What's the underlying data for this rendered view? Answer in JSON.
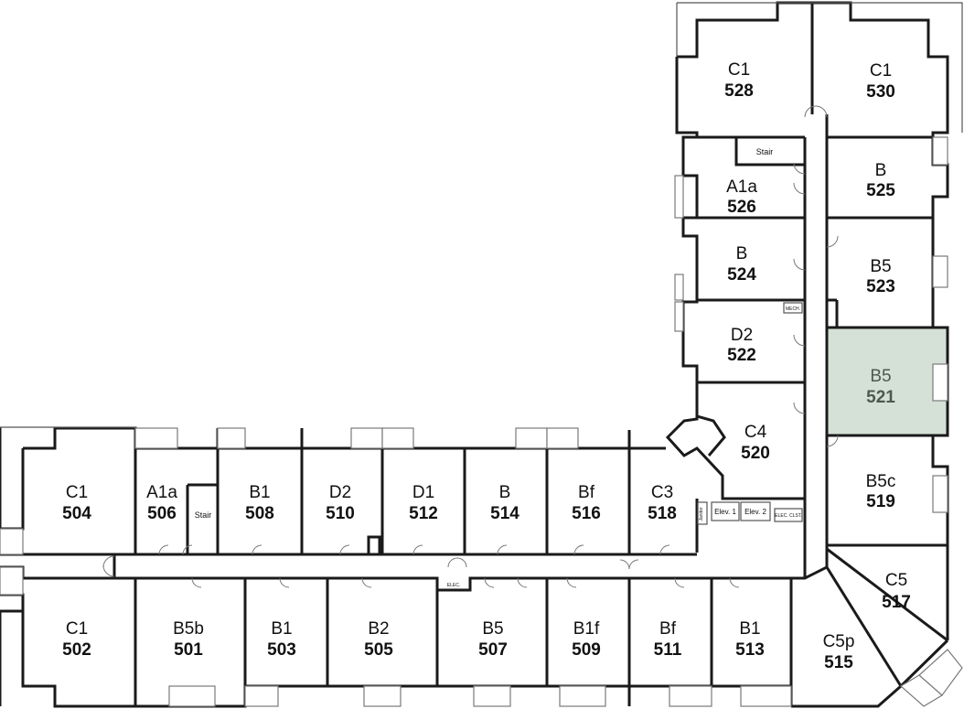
{
  "highlight_color": "#d5e1d7",
  "units": [
    {
      "id": "528",
      "type": "C1"
    },
    {
      "id": "530",
      "type": "C1"
    },
    {
      "id": "526",
      "type": "A1a"
    },
    {
      "id": "525",
      "type": "B"
    },
    {
      "id": "524",
      "type": "B"
    },
    {
      "id": "523",
      "type": "B5"
    },
    {
      "id": "522",
      "type": "D2"
    },
    {
      "id": "521",
      "type": "B5",
      "highlighted": true
    },
    {
      "id": "520",
      "type": "C4"
    },
    {
      "id": "519",
      "type": "B5c"
    },
    {
      "id": "504",
      "type": "C1"
    },
    {
      "id": "506",
      "type": "A1a"
    },
    {
      "id": "508",
      "type": "B1"
    },
    {
      "id": "510",
      "type": "D2"
    },
    {
      "id": "512",
      "type": "D1"
    },
    {
      "id": "514",
      "type": "B"
    },
    {
      "id": "516",
      "type": "Bf"
    },
    {
      "id": "518",
      "type": "C3"
    },
    {
      "id": "517",
      "type": "C5"
    },
    {
      "id": "502",
      "type": "C1"
    },
    {
      "id": "501",
      "type": "B5b"
    },
    {
      "id": "503",
      "type": "B1"
    },
    {
      "id": "505",
      "type": "B2"
    },
    {
      "id": "507",
      "type": "B5"
    },
    {
      "id": "509",
      "type": "B1f"
    },
    {
      "id": "511",
      "type": "Bf"
    },
    {
      "id": "513",
      "type": "B1"
    },
    {
      "id": "515",
      "type": "C5p"
    }
  ],
  "labels": {
    "stair_north": "Stair",
    "stair_west": "Stair",
    "mech": "MECH.",
    "elev1": "Elev. 1",
    "elev2": "Elev. 2",
    "elec_clst": "ELEC. CLST.",
    "janitor": "Janitor",
    "elec": "ELEC."
  }
}
